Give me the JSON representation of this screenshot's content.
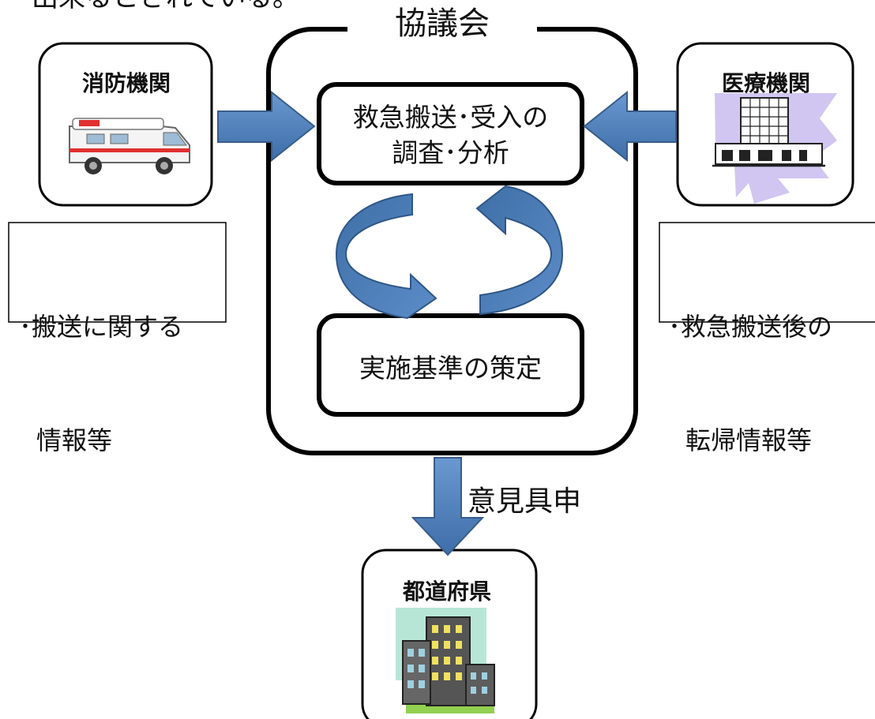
{
  "top_text": "出来るとされている。",
  "council": {
    "title": "協議会",
    "survey_box": [
      "救急搬送･受入の",
      "調査･分析"
    ],
    "standard_box": "実施基準の策定"
  },
  "fire_dept": {
    "label": "消防機関",
    "icon": "ambulance-icon",
    "note": [
      "･搬送に関する",
      "情報等"
    ]
  },
  "medical": {
    "label": "医療機関",
    "icon": "hospital-icon",
    "note": [
      "･救急搬送後の",
      "転帰情報等"
    ]
  },
  "prefecture": {
    "label": "都道府県",
    "icon": "office-building-icon"
  },
  "arrow_label": "意見具申",
  "colors": {
    "arrow_fill": "#4f81bd",
    "arrow_stroke": "#385d8a",
    "outline": "#000000",
    "hospital_backdrop": "#ccc0f0",
    "building_sky": "#b8e6d6",
    "building_ground": "#92d050"
  }
}
